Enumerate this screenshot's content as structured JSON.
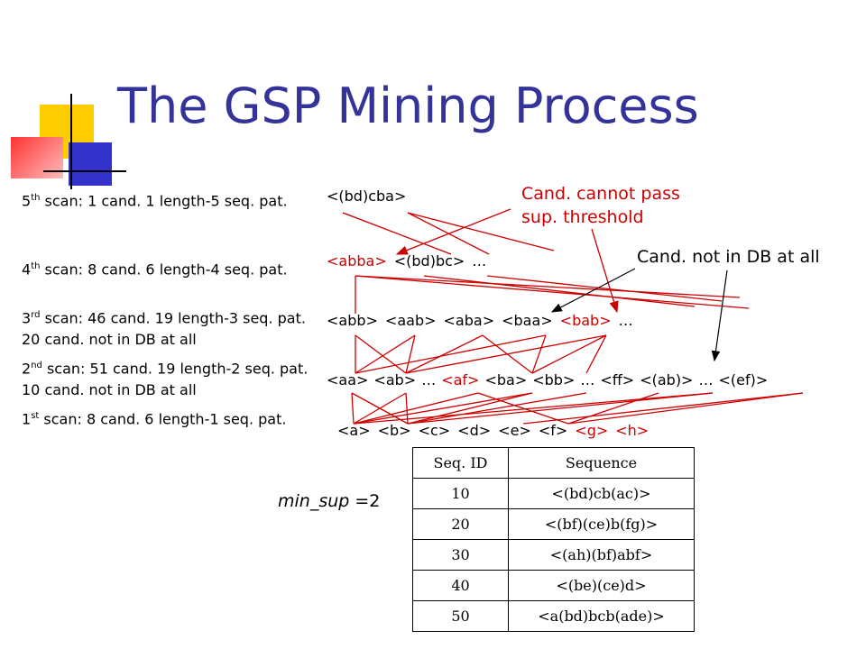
{
  "title": "The GSP Mining Process",
  "scans": [
    {
      "ord": "5",
      "suf": "th",
      "text": " scan: 1 cand. 1 length-5 seq. pat."
    },
    {
      "ord": "4",
      "suf": "th",
      "text": " scan: 8 cand. 6 length-4 seq. pat."
    },
    {
      "ord": "3",
      "suf": "rd",
      "text": " scan: 46 cand. 19 length-3 seq. pat. 20 cand. not in DB at all"
    },
    {
      "ord": "2",
      "suf": "nd",
      "text": " scan: 51 cand. 19 length-2 seq. pat. 10 cand. not in DB at all"
    },
    {
      "ord": "1",
      "suf": "st",
      "text": " scan: 8 cand. 6 length-1 seq. pat."
    }
  ],
  "levels": {
    "l5": [
      "<(bd)cba>"
    ],
    "l4": [
      "<abba>",
      "<(bd)bc>",
      "…"
    ],
    "l3": [
      "<abb>",
      "<aab>",
      "<aba>",
      "<baa>",
      "<bab>",
      "…"
    ],
    "l2": [
      "<aa>",
      "<ab>",
      "…",
      "<af>",
      "<ba>",
      "<bb>",
      "…",
      "<ff>",
      "<(ab)>",
      "…",
      "<(ef)>"
    ],
    "l1": [
      "<a>",
      "<b>",
      "<c>",
      "<d>",
      "<e>",
      "<f>",
      "<g>",
      "<h>"
    ]
  },
  "callouts": {
    "cannot_pass_1": "Cand. cannot pass",
    "cannot_pass_2": "sup. threshold",
    "not_in_db": "Cand. not in DB at all"
  },
  "min_sup": {
    "label": "min_sup",
    "value": " =2"
  },
  "table": {
    "headers": [
      "Seq. ID",
      "Sequence"
    ],
    "rows": [
      [
        "10",
        "<(bd)cb(ac)>"
      ],
      [
        "20",
        "<(bf)(ce)b(fg)>"
      ],
      [
        "30",
        "<(ah)(bf)abf>"
      ],
      [
        "40",
        "<(be)(ce)d>"
      ],
      [
        "50",
        "<a(bd)bcb(ade)>"
      ]
    ]
  },
  "colors": {
    "title": "#333399",
    "red": "#cc0000",
    "deco_yellow": "#ffcc00",
    "deco_blue": "#3333cc",
    "deco_red": "#ff3333"
  }
}
